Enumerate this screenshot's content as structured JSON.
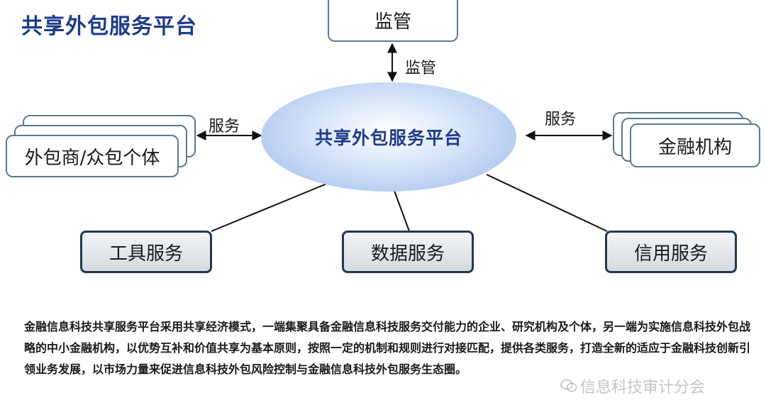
{
  "title": "共享外包服务平台",
  "center": {
    "label": "共享外包服务平台"
  },
  "nodes": {
    "supervision": "监管",
    "outsourcer": "外包商/众包个体",
    "financial_institution": "金融机构",
    "tool_service": "工具服务",
    "data_service": "数据服务",
    "credit_service": "信用服务"
  },
  "edges": {
    "supervision_label": "监管",
    "left_service_label": "服务",
    "right_service_label": "服务"
  },
  "description": "金融信息科技共享服务平台采用共享经济模式，一端集聚具备金融信息科技服务交付能力的企业、研究机构及个体，另一端为实施信息科技外包战略的中小金融机构，以优势互补和价值共享为基本原则，按照一定的机制和规则进行对接匹配，提供各类服务，打造全新的适应于金融科技创新引领业务发展，以市场力量来促进信息科技外包风险控制与金融信息科技外包服务生态圈。",
  "watermark": "信息科技审计分会",
  "colors": {
    "title": "#1f3c8a",
    "box_border": "#5a7a90",
    "service_border": "#1f3a4f",
    "ellipse": "#b9cff2"
  }
}
